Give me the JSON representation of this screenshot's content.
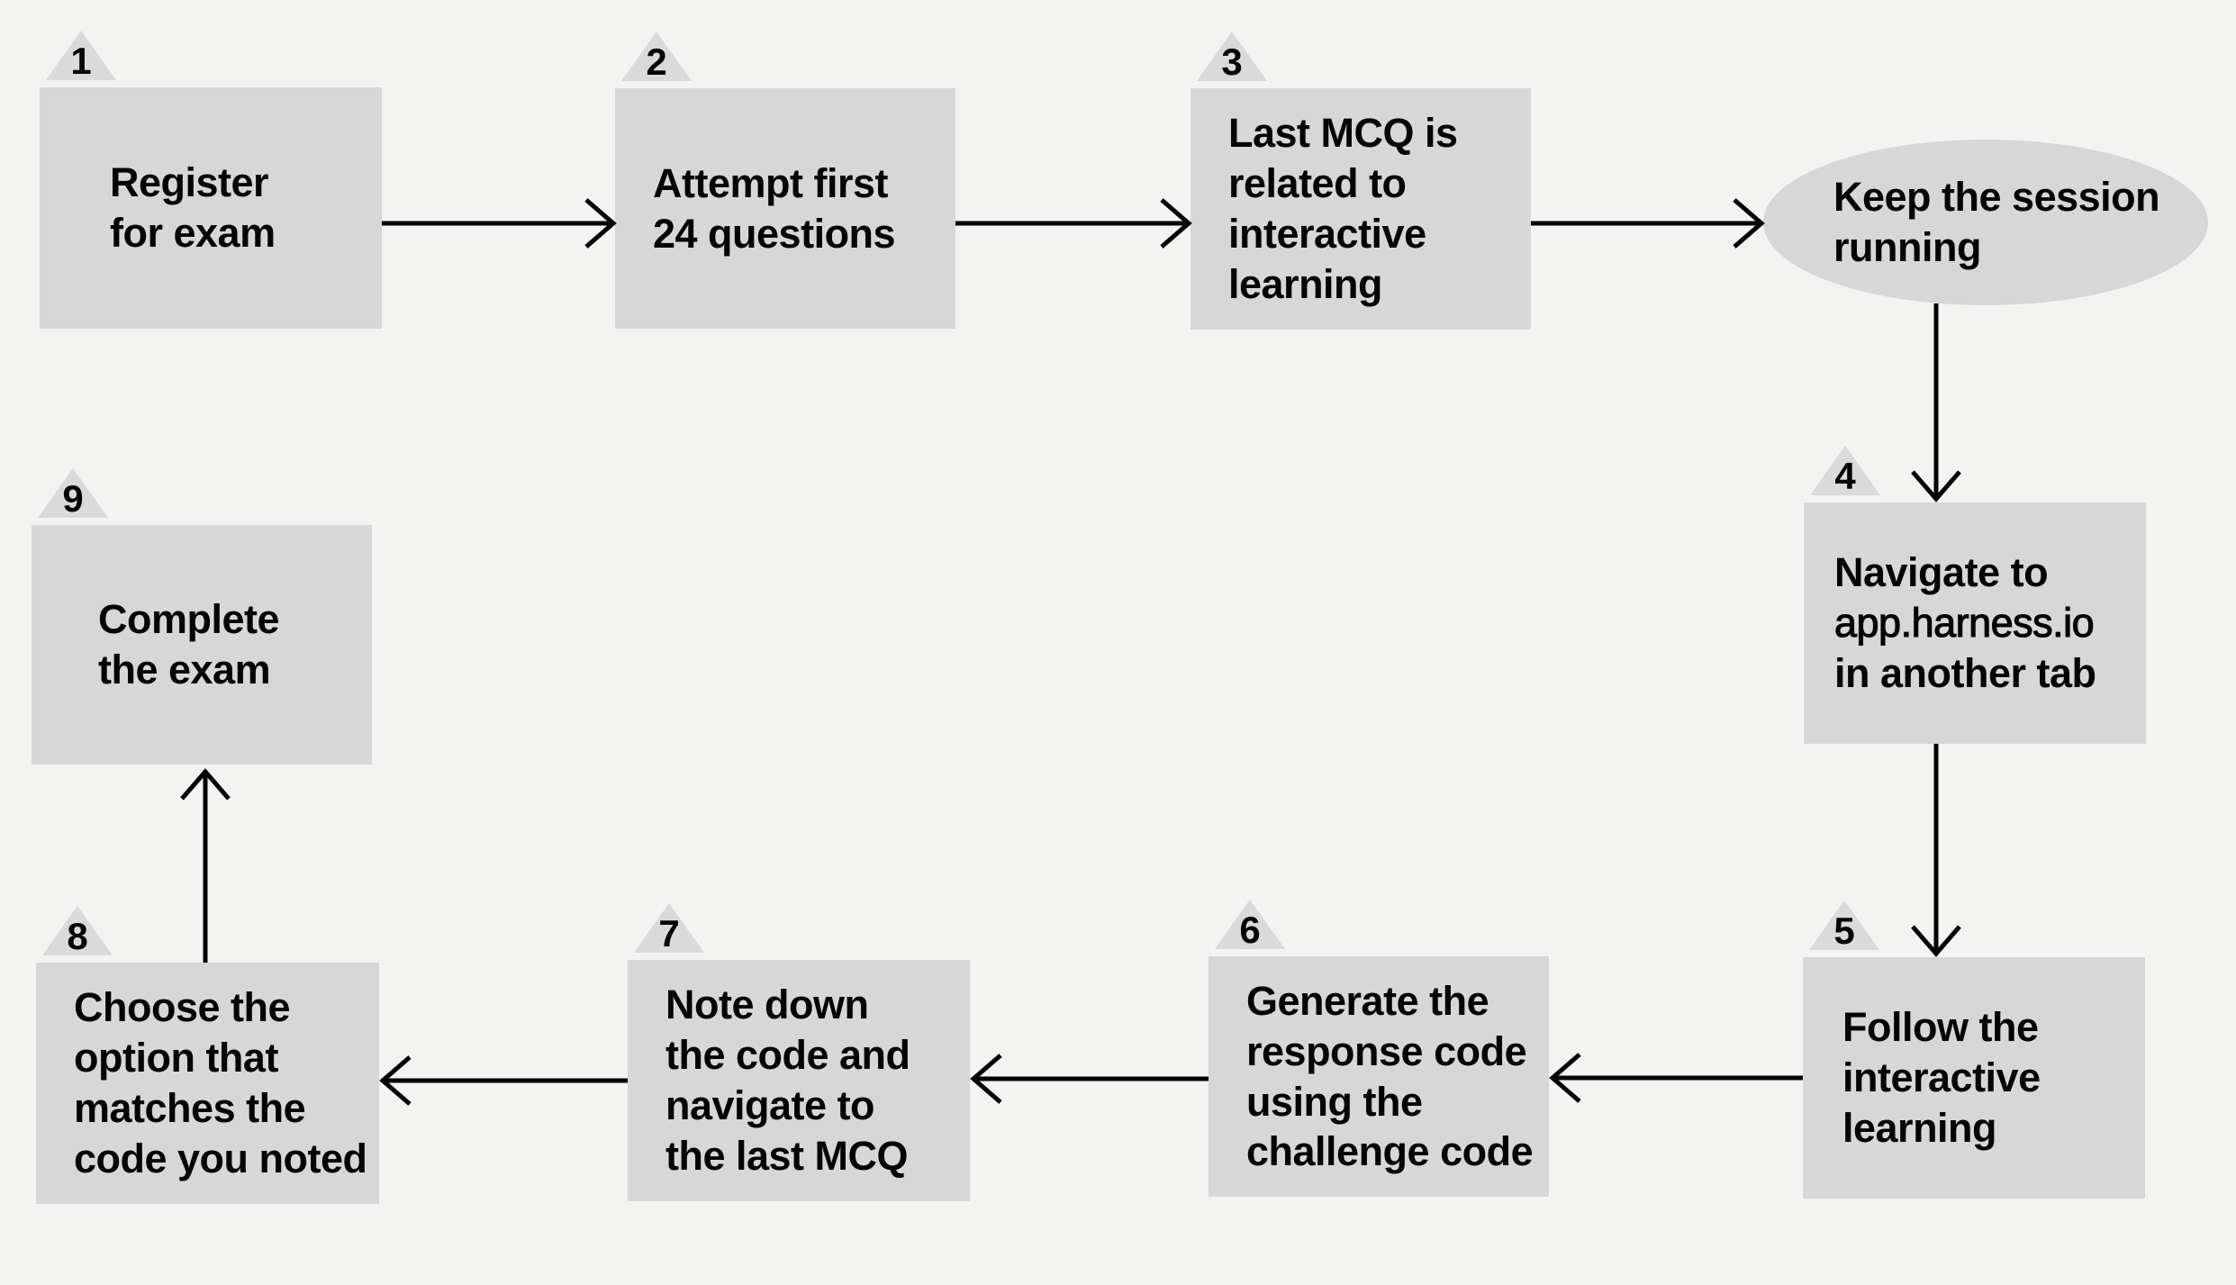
{
  "page": {
    "background_color": "#f3f3f2",
    "node_fill_color": "#d7d7d7",
    "badge_fill_color": "#dadada",
    "text_color": "#050505",
    "arrow_color": "#050505"
  },
  "diagram": {
    "nodes": [
      {
        "id": "step-1",
        "badge": "1",
        "shape": "rect",
        "lines": [
          "Register",
          "for exam"
        ]
      },
      {
        "id": "step-2",
        "badge": "2",
        "shape": "rect",
        "lines": [
          "Attempt first",
          "24 questions"
        ]
      },
      {
        "id": "step-3",
        "badge": "3",
        "shape": "rect",
        "lines": [
          "Last MCQ is",
          "related to",
          "interactive",
          "learning"
        ]
      },
      {
        "id": "keep-session",
        "shape": "ellipse",
        "lines": [
          "Keep the session",
          "running"
        ]
      },
      {
        "id": "step-4",
        "badge": "4",
        "shape": "rect",
        "lines": [
          "Navigate to",
          "app.harness.io",
          "in another tab"
        ],
        "light_line": 1
      },
      {
        "id": "step-5",
        "badge": "5",
        "shape": "rect",
        "lines": [
          "Follow the",
          "interactive",
          "learning"
        ]
      },
      {
        "id": "step-6",
        "badge": "6",
        "shape": "rect",
        "lines": [
          "Generate the",
          "response code",
          "using the",
          "challenge code"
        ]
      },
      {
        "id": "step-7",
        "badge": "7",
        "shape": "rect",
        "lines": [
          "Note down",
          "the code and",
          "navigate to",
          "the last MCQ"
        ]
      },
      {
        "id": "step-8",
        "badge": "8",
        "shape": "rect",
        "lines": [
          "Choose the",
          "option that",
          "matches the",
          "code you noted"
        ]
      },
      {
        "id": "step-9",
        "badge": "9",
        "shape": "rect",
        "lines": [
          "Complete",
          "the exam"
        ]
      }
    ],
    "arrows": [
      {
        "from": "step-1",
        "to": "step-2",
        "direction": "right"
      },
      {
        "from": "step-2",
        "to": "step-3",
        "direction": "right"
      },
      {
        "from": "step-3",
        "to": "keep-session",
        "direction": "right"
      },
      {
        "from": "keep-session",
        "to": "step-4",
        "direction": "down"
      },
      {
        "from": "step-4",
        "to": "step-5",
        "direction": "down"
      },
      {
        "from": "step-5",
        "to": "step-6",
        "direction": "left"
      },
      {
        "from": "step-6",
        "to": "step-7",
        "direction": "left"
      },
      {
        "from": "step-7",
        "to": "step-8",
        "direction": "left"
      },
      {
        "from": "step-8",
        "to": "step-9",
        "direction": "up"
      }
    ]
  }
}
